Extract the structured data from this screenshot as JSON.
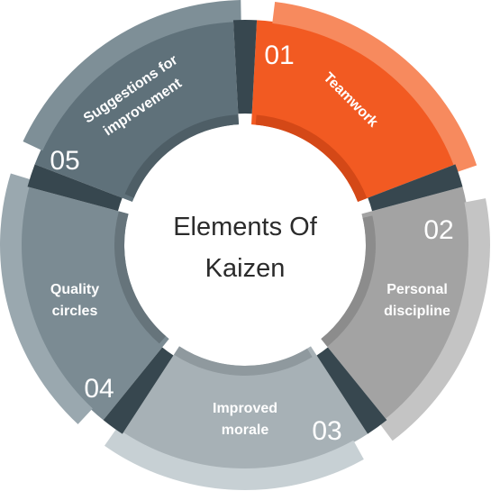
{
  "center": {
    "lines": [
      "Elements Of",
      "Kaizen"
    ]
  },
  "segments": [
    {
      "number": "01",
      "label": [
        "Teamwork"
      ],
      "color": "#f25a22",
      "light": "#f78a5e",
      "dark": "#d44817"
    },
    {
      "number": "02",
      "label": [
        "Personal",
        "discipline"
      ],
      "color": "#a3a3a3",
      "light": "#c4c4c4",
      "dark": "#8c8c8c"
    },
    {
      "number": "03",
      "label": [
        "Improved",
        "morale"
      ],
      "color": "#a7b1b6",
      "light": "#c7d0d4",
      "dark": "#8f999e"
    },
    {
      "number": "04",
      "label": [
        "Quality",
        "circles"
      ],
      "color": "#7b8b93",
      "light": "#9aa8af",
      "dark": "#66747b"
    },
    {
      "number": "05",
      "label": [
        "Suggestions for",
        "improvement"
      ],
      "color": "#5f717a",
      "light": "#7e8f97",
      "dark": "#4e5e66"
    }
  ],
  "divider_color": "#37474f"
}
